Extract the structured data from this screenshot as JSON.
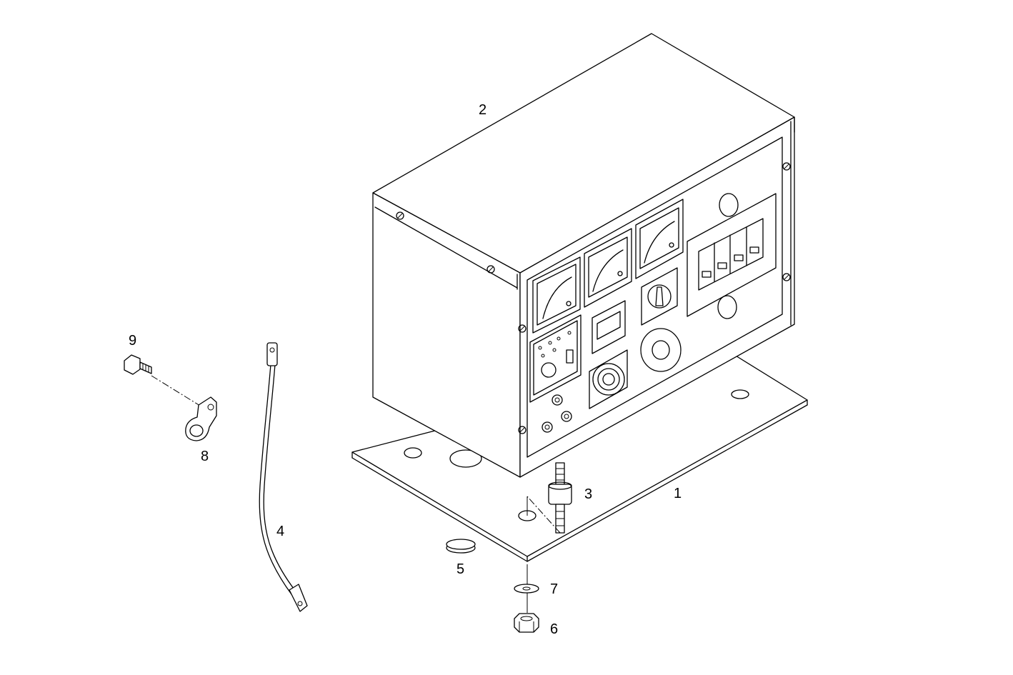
{
  "diagram": {
    "callouts": [
      {
        "id": "1",
        "label": "1"
      },
      {
        "id": "2",
        "label": "2"
      },
      {
        "id": "3",
        "label": "3"
      },
      {
        "id": "4",
        "label": "4"
      },
      {
        "id": "5",
        "label": "5"
      },
      {
        "id": "6",
        "label": "6"
      },
      {
        "id": "7",
        "label": "7"
      },
      {
        "id": "8",
        "label": "8"
      },
      {
        "id": "9",
        "label": "9"
      }
    ]
  },
  "colors": {
    "line": "#000000",
    "background": "#ffffff"
  }
}
